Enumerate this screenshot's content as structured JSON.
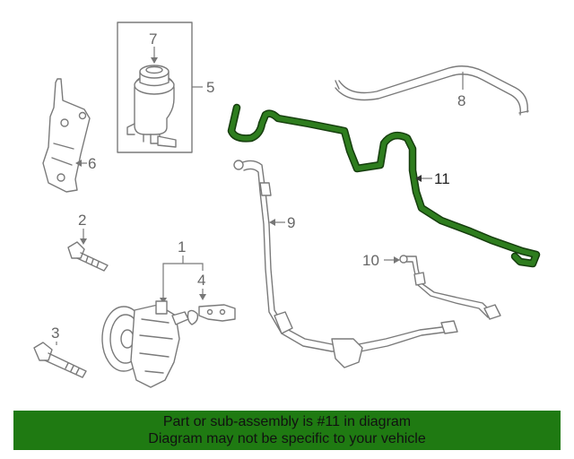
{
  "callouts": {
    "c1": "1",
    "c2": "2",
    "c3": "3",
    "c4": "4",
    "c5": "5",
    "c6": "6",
    "c7": "7",
    "c8": "8",
    "c9": "9",
    "c10": "10",
    "c11": "11"
  },
  "banner": {
    "line1": "Part or sub-assembly is #11 in diagram",
    "line2": "Diagram may not be specific to your vehicle"
  },
  "colors": {
    "highlight": "#2e7d1e",
    "banner_bg": "#1f7a12",
    "line": "#7a7a7a"
  }
}
